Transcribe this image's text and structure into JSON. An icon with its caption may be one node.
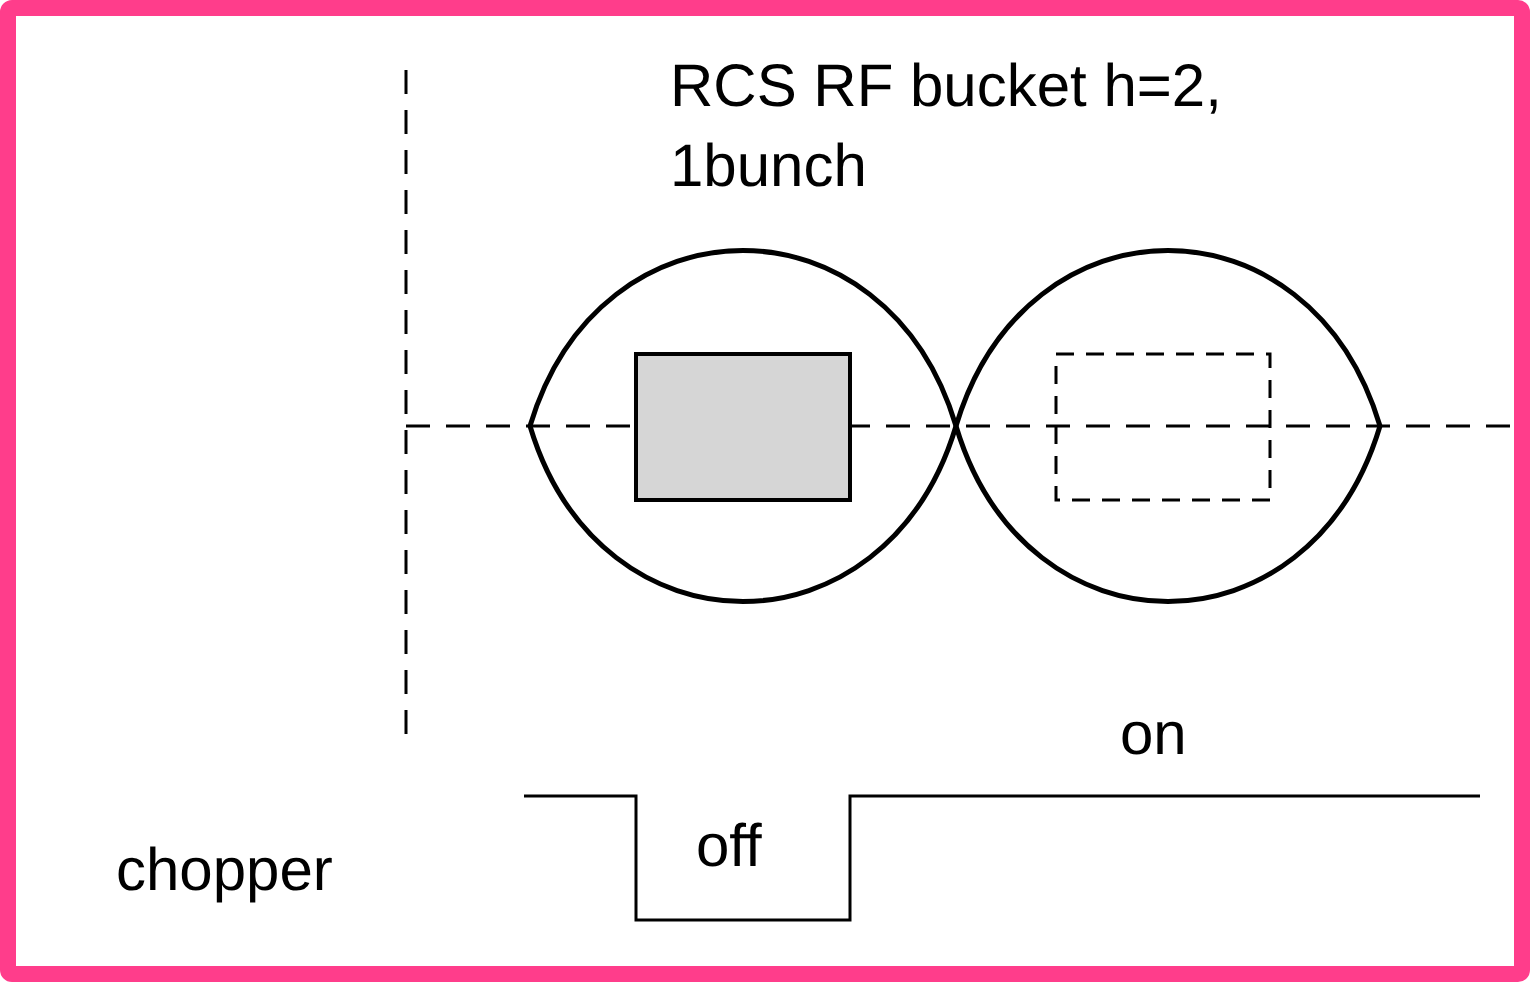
{
  "diagram": {
    "labels": [
      "RCS RF bucket h=2, 1bunch",
      "on",
      "off",
      "chopper"
    ]
  }
}
